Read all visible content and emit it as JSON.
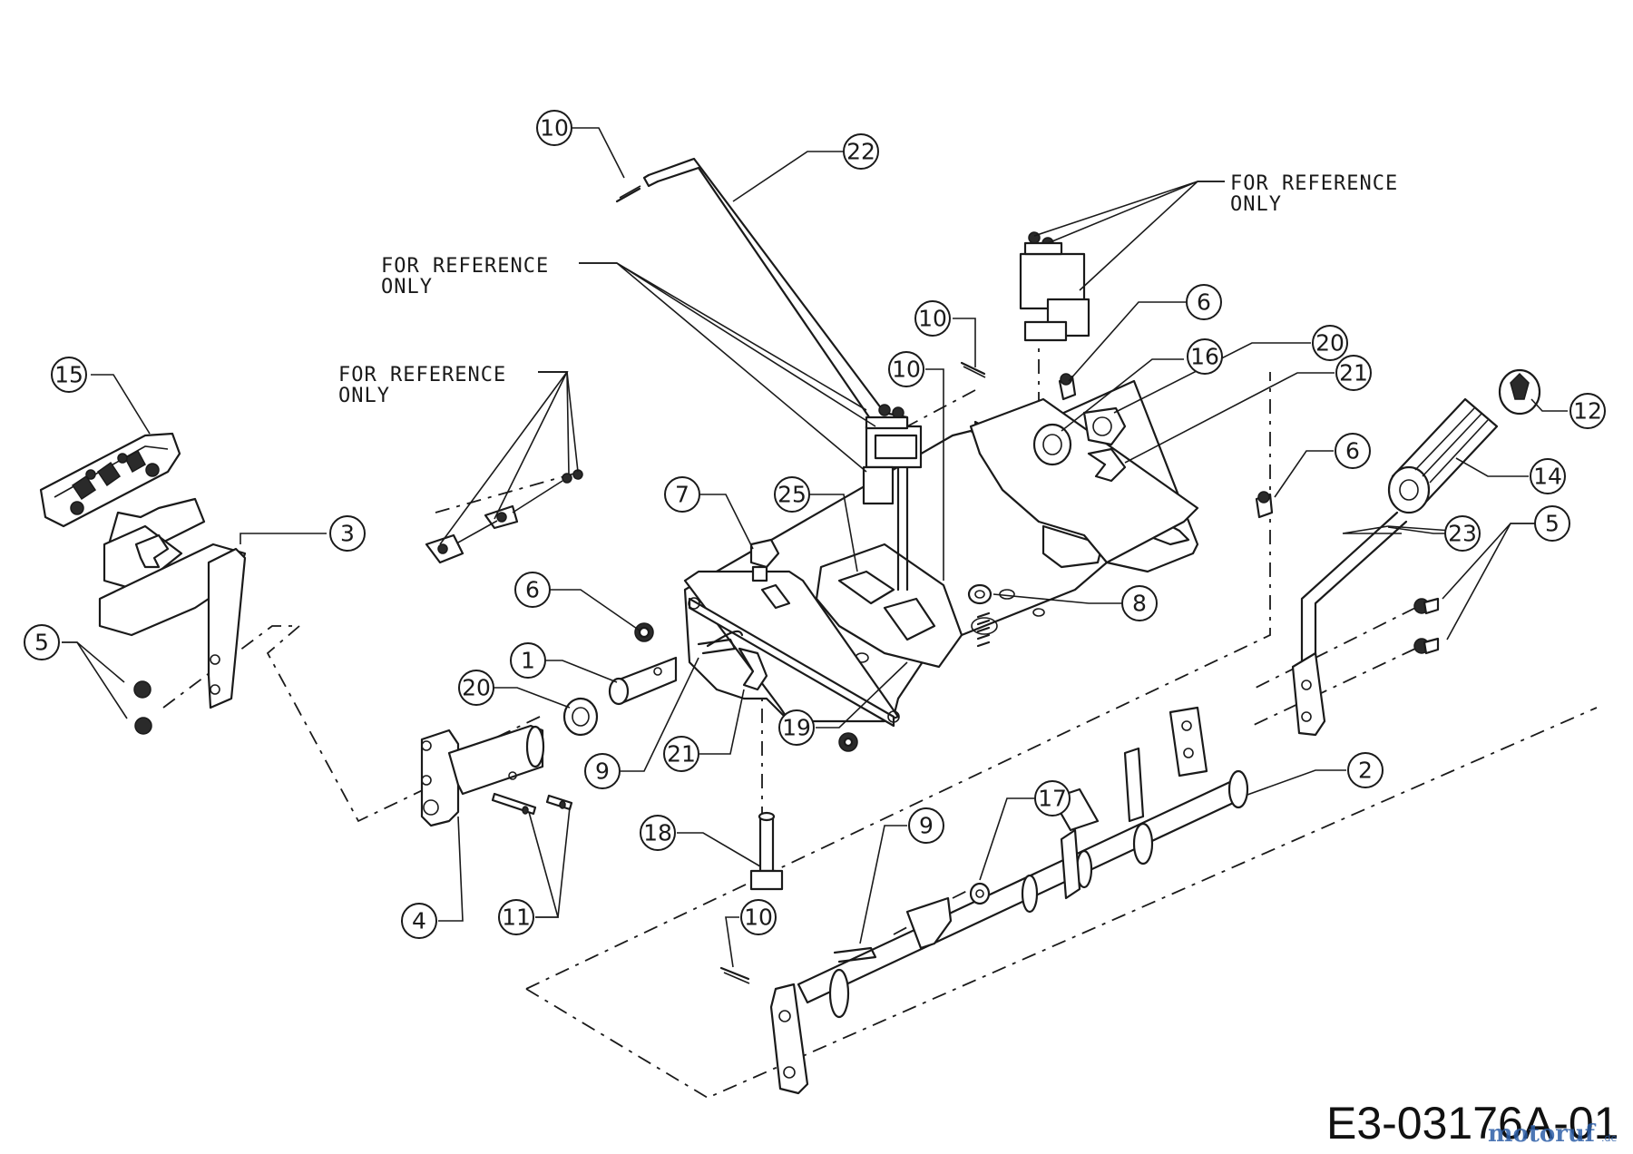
{
  "diagram": {
    "drawing_code": "E3-03176A-01",
    "watermark": "motoruf",
    "watermark_suffix": ".de",
    "reference_notes": [
      {
        "line1": "FOR REFERENCE",
        "line2": "ONLY"
      },
      {
        "line1": "FOR REFERENCE",
        "line2": "ONLY"
      },
      {
        "line1": "FOR REFERENCE",
        "line2": "ONLY"
      }
    ],
    "callouts": [
      {
        "label": "10"
      },
      {
        "label": "22"
      },
      {
        "label": "15"
      },
      {
        "label": "3"
      },
      {
        "label": "5"
      },
      {
        "label": "10"
      },
      {
        "label": "10"
      },
      {
        "label": "6"
      },
      {
        "label": "16"
      },
      {
        "label": "20"
      },
      {
        "label": "21"
      },
      {
        "label": "12"
      },
      {
        "label": "6"
      },
      {
        "label": "14"
      },
      {
        "label": "7"
      },
      {
        "label": "25"
      },
      {
        "label": "6"
      },
      {
        "label": "8"
      },
      {
        "label": "1"
      },
      {
        "label": "20"
      },
      {
        "label": "5"
      },
      {
        "label": "23"
      },
      {
        "label": "19"
      },
      {
        "label": "9"
      },
      {
        "label": "21"
      },
      {
        "label": "2"
      },
      {
        "label": "18"
      },
      {
        "label": "9"
      },
      {
        "label": "17"
      },
      {
        "label": "4"
      },
      {
        "label": "11"
      },
      {
        "label": "10"
      }
    ]
  }
}
